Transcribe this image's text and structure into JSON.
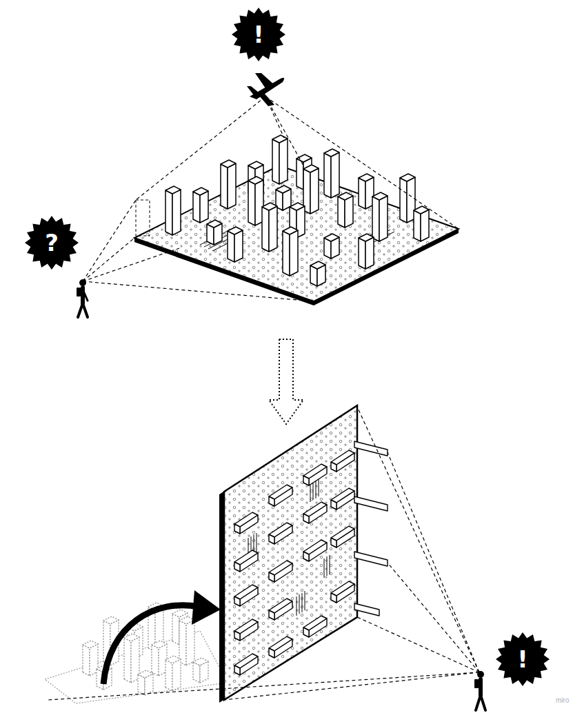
{
  "diagram": {
    "nodes": [
      {
        "text": [
          "!"
        ]
      },
      {
        "text": [
          "?"
        ]
      },
      {
        "text": [
          "!"
        ]
      }
    ],
    "labels": [
      "miro"
    ]
  }
}
